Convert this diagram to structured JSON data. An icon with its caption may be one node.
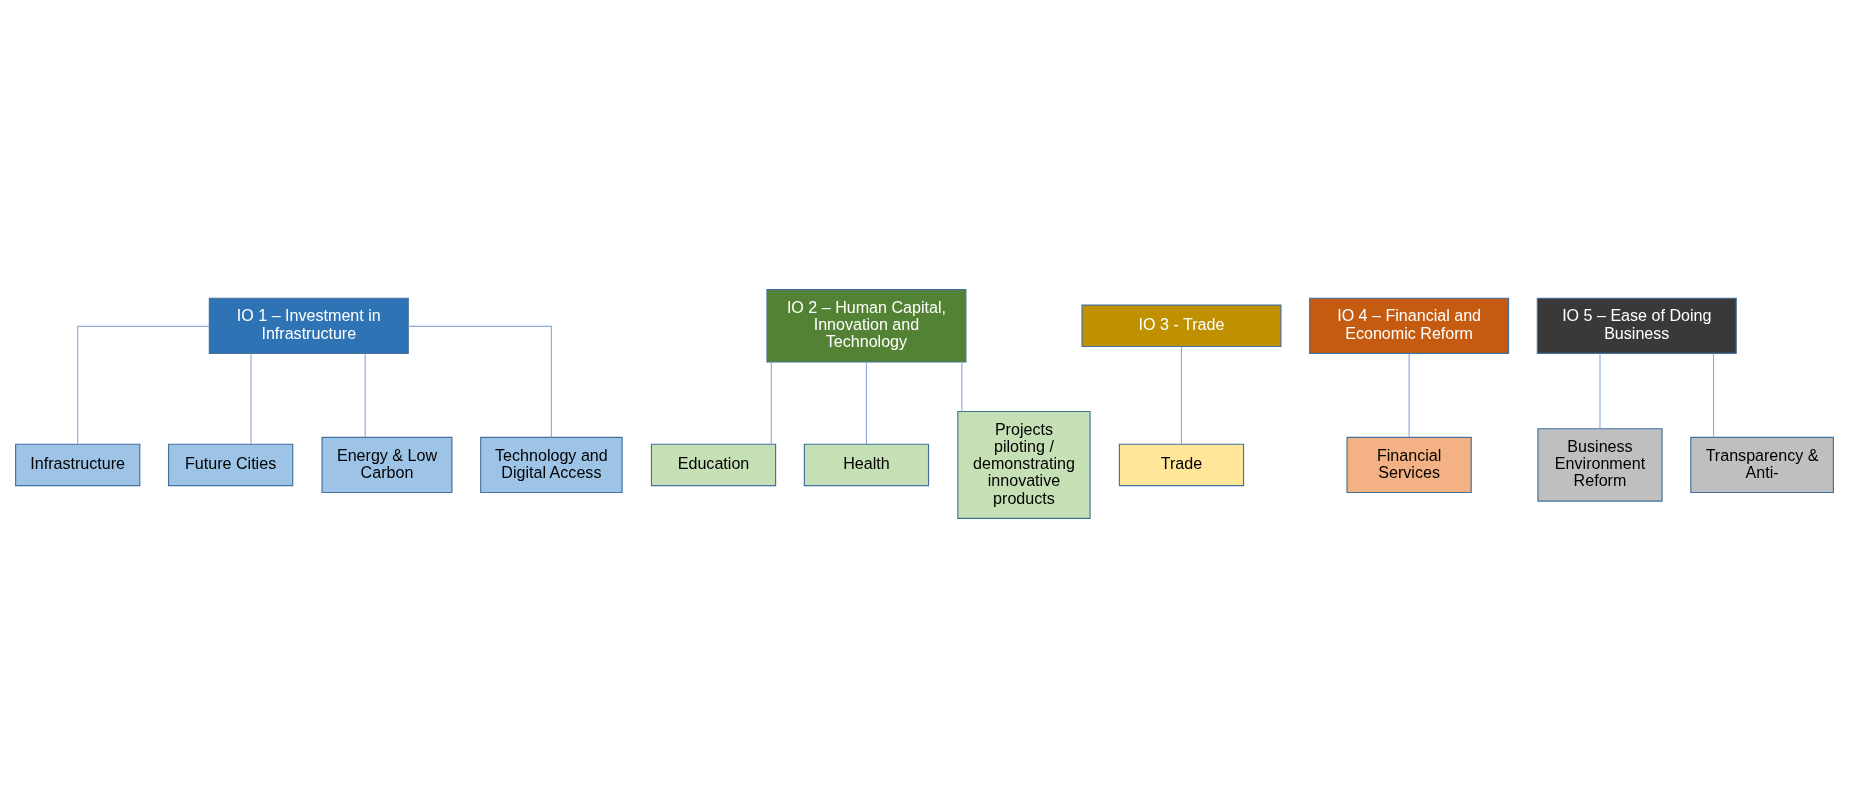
{
  "diagram": {
    "nodes": [
      {
        "text": [
          "IO 1 – Investment in Infrastructure"
        ]
      },
      {
        "text": [
          "IO 2 – Human Capital, Innovation and Technology"
        ]
      },
      {
        "text": [
          "IO 3 - Trade"
        ]
      },
      {
        "text": [
          "IO 4 – Financial and Economic Reform"
        ]
      },
      {
        "text": [
          "IO 5 – Ease of Doing Business"
        ]
      },
      {
        "text": [
          "Infrastructure"
        ]
      },
      {
        "text": [
          "Future Cities"
        ]
      },
      {
        "text": [
          "Energy & Low Carbon"
        ]
      },
      {
        "text": [
          "Technology and Digital Access"
        ]
      },
      {
        "text": [
          "Education"
        ]
      },
      {
        "text": [
          "Health"
        ]
      },
      {
        "text": [
          "Projects piloting / demonstrating innovative products"
        ]
      },
      {
        "text": [
          "Trade"
        ]
      },
      {
        "text": [
          "Financial Services"
        ]
      },
      {
        "text": [
          "Business Environment Reform"
        ]
      },
      {
        "text": [
          "Transparency & Anti-"
        ]
      }
    ],
    "edges": [
      {
        "from": 0,
        "to": 5,
        "arrow": "none"
      },
      {
        "from": 0,
        "to": 6,
        "arrow": "none"
      },
      {
        "from": 0,
        "to": 7,
        "arrow": "none"
      },
      {
        "from": 0,
        "to": 8,
        "arrow": "none"
      },
      {
        "from": 1,
        "to": 9,
        "arrow": "none"
      },
      {
        "from": 1,
        "to": 10,
        "arrow": "none"
      },
      {
        "from": 1,
        "to": 11,
        "arrow": "none"
      },
      {
        "from": 2,
        "to": 12,
        "arrow": "none"
      },
      {
        "from": 3,
        "to": 13,
        "arrow": "none"
      },
      {
        "from": 4,
        "to": 14,
        "arrow": "none"
      },
      {
        "from": 4,
        "to": 15,
        "arrow": "none"
      }
    ]
  }
}
